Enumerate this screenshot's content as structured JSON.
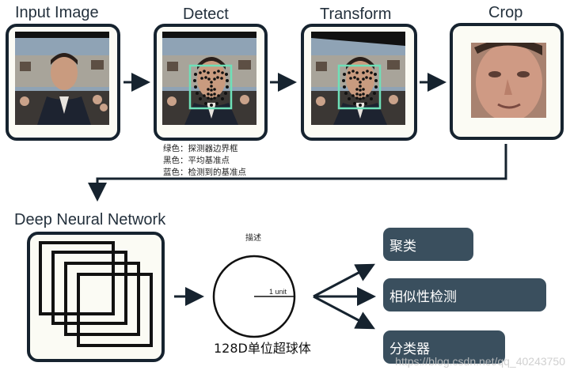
{
  "stages": [
    {
      "title": "Input Image"
    },
    {
      "title": "Detect"
    },
    {
      "title": "Transform"
    },
    {
      "title": "Crop"
    }
  ],
  "legend": {
    "green": "绿色：探测器边界框",
    "black": "黑色：平均基准点",
    "blue": "蓝色：检测到的基准点"
  },
  "dnn": {
    "title": "Deep Neural Network"
  },
  "descriptor": {
    "label": "描述",
    "unit_label": "1 unit",
    "caption": "128D单位超球体"
  },
  "outputs": [
    {
      "label": "聚类"
    },
    {
      "label": "相似性检测"
    },
    {
      "label": "分类器"
    }
  ],
  "watermark": "https://blog.csdn.net/qq_40243750",
  "colors": {
    "frame": "#16232f",
    "pill": "#3a4f5e",
    "box": "#6ee0b8",
    "arrow": "#16232f"
  },
  "icons": [
    "flow-arrow-icon",
    "face-photo-icon",
    "landmark-box-icon",
    "stacked-layers-icon",
    "hypersphere-icon"
  ]
}
